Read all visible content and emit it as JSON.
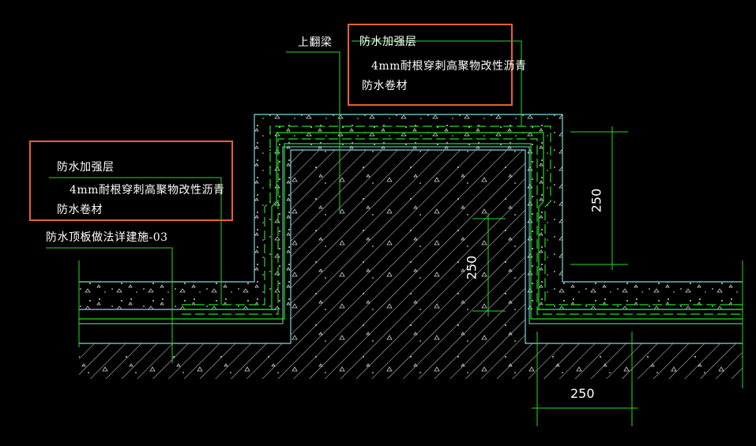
{
  "colors": {
    "background": "#000000",
    "outline": "#7fd9d9",
    "leader": "#22dd22",
    "membrane": "#22dd22",
    "callout_box": "#e8632a",
    "text": "#ffffff"
  },
  "labels": {
    "upturned_beam": "上翻梁",
    "reinforce_layer_right": "防水加强层",
    "membrane_material_right": "4mm耐根穿刺高聚物改性沥青",
    "membrane_roll_right": "防水卷材",
    "reinforce_layer_left": "防水加强层",
    "membrane_material_left": "4mm耐根穿刺高聚物改性沥青",
    "membrane_roll_left": "防水卷材",
    "slab_detail_ref": "防水顶板做法详建施-03"
  },
  "dimensions": {
    "right_vertical": "250",
    "inner_vertical": "250",
    "bottom_horizontal": "250"
  }
}
